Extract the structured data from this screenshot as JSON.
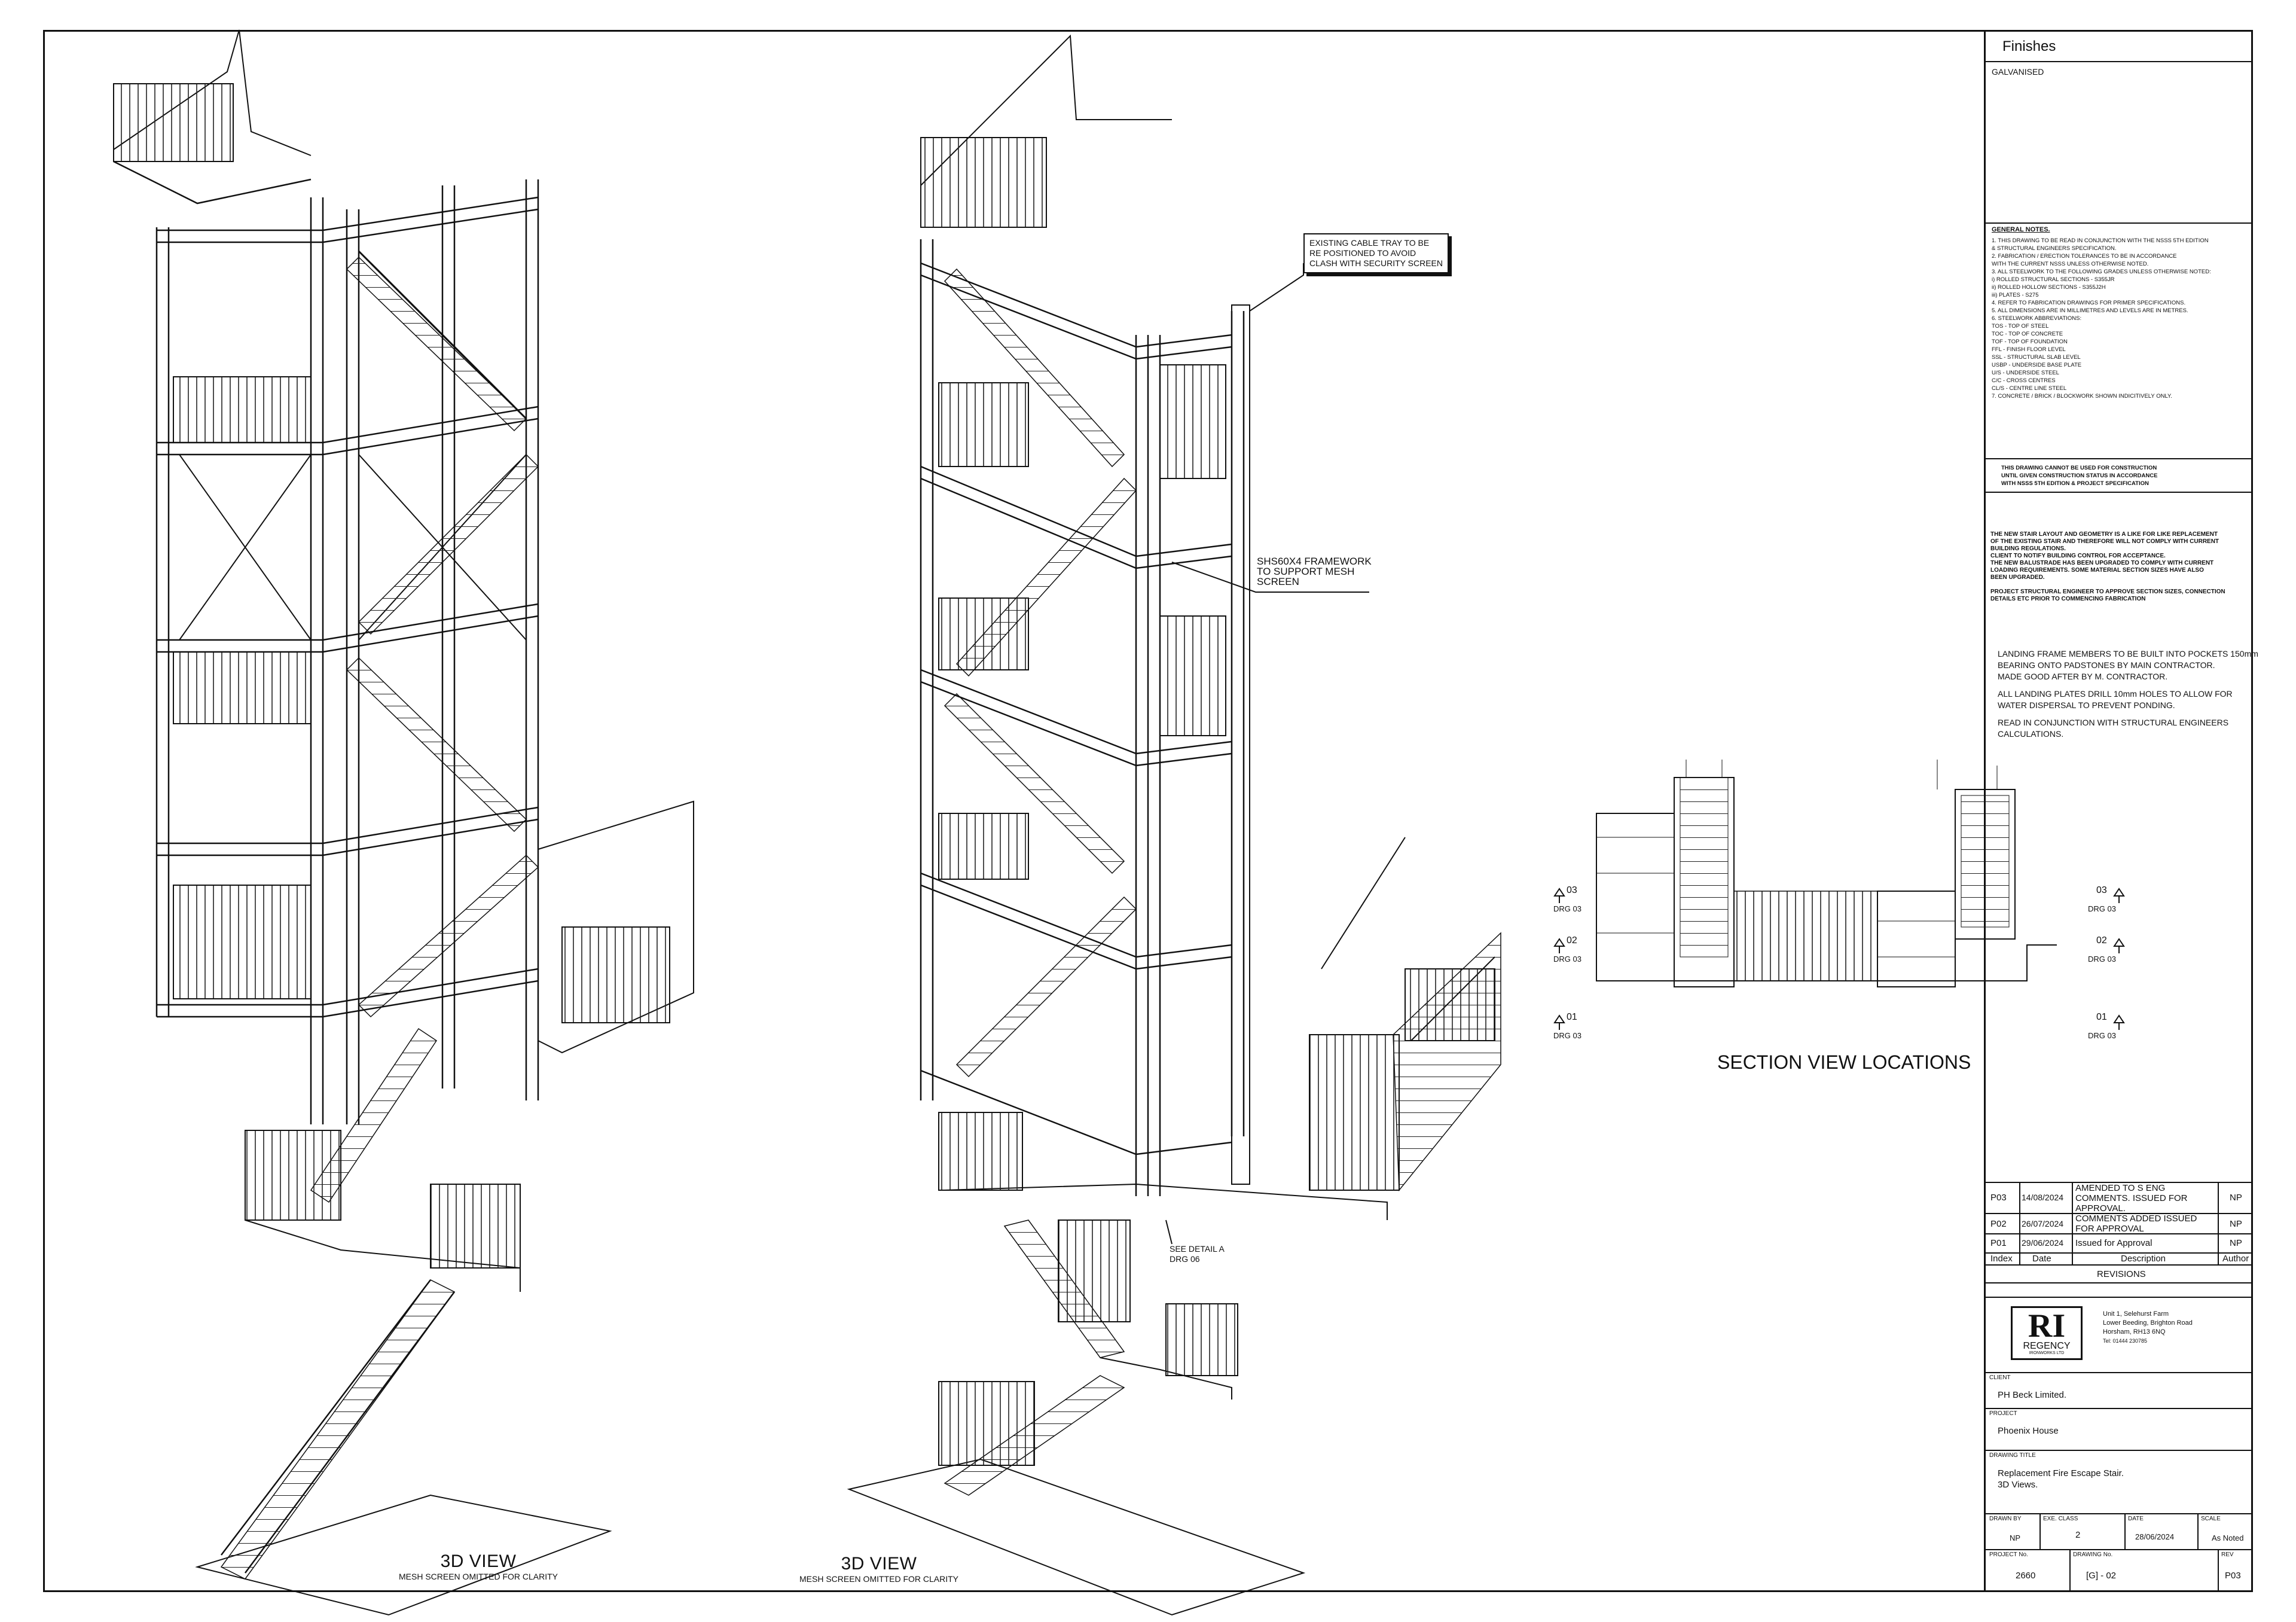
{
  "finishes": {
    "title": "Finishes",
    "value": "GALVANISED"
  },
  "general_notes": {
    "title": "GENERAL NOTES.",
    "lines": [
      "1. THIS DRAWING TO BE READ IN CONJUNCTION WITH THE NSSS 5TH EDITION",
      "   & STRUCTURAL ENGINEERS SPECIFICATION.",
      "2. FABRICATION / ERECTION TOLERANCES TO BE IN ACCORDANCE",
      "   WITH THE CURRENT NSSS UNLESS OTHERWISE NOTED.",
      "3. ALL STEELWORK TO THE FOLLOWING GRADES UNLESS OTHERWISE NOTED:",
      "   i) ROLLED STRUCTURAL SECTIONS  -  S355JR",
      "   ii) ROLLED HOLLOW SECTIONS        -  S355J2H",
      "   iii) PLATES                                  -  S275",
      "4. REFER TO FABRICATION DRAWINGS FOR PRIMER SPECIFICATIONS.",
      "5. ALL DIMENSIONS ARE IN MILLIMETRES AND LEVELS ARE IN METRES.",
      "6. STEELWORK ABBREVIATIONS:",
      "   TOS  -  TOP OF STEEL",
      "   TOC  -  TOP OF CONCRETE",
      "   TOF  -  TOP OF FOUNDATION",
      "   FFL  -  FINISH FLOOR LEVEL",
      "   SSL  -  STRUCTURAL SLAB LEVEL",
      "   USBP  -  UNDERSIDE BASE PLATE",
      "   U/S  -  UNDERSIDE STEEL",
      "   C/C  -  CROSS CENTRES",
      "   CL/S  -  CENTRE LINE STEEL",
      "7. CONCRETE / BRICK / BLOCKWORK SHOWN INDICITIVELY ONLY."
    ]
  },
  "construction_note": [
    "THIS DRAWING CANNOT BE USED FOR CONSTRUCTION",
    "UNTIL GIVEN CONSTRUCTION STATUS IN ACCORDANCE",
    "WITH NSSS 5TH EDITION & PROJECT SPECIFICATION"
  ],
  "layout_note": [
    "THE NEW STAIR LAYOUT AND GEOMETRY IS A LIKE FOR LIKE REPLACEMENT",
    "OF THE EXISTING STAIR AND THEREFORE WILL NOT COMPLY WITH CURRENT",
    "BUILDING REGULATIONS.",
    "CLIENT TO NOTIFY BUILDING CONTROL FOR ACCEPTANCE.",
    "THE NEW BALUSTRADE HAS BEEN UPGRADED TO COMPLY WITH CURRENT",
    "LOADING REQUIREMENTS. SOME MATERIAL SECTION SIZES HAVE ALSO",
    "BEEN UPGRADED."
  ],
  "engineer_note": [
    "PROJECT STRUCTURAL ENGINEER TO APPROVE SECTION SIZES, CONNECTION",
    "DETAILS ETC PRIOR TO COMMENCING FABRICATION"
  ],
  "landing_notes": [
    "LANDING FRAME MEMBERS TO BE BUILT INTO POCKETS 150mm",
    "BEARING ONTO PADSTONES BY MAIN CONTRACTOR.",
    "MADE GOOD AFTER BY M. CONTRACTOR.",
    "",
    "ALL LANDING PLATES DRILL 10mm HOLES TO ALLOW FOR",
    "WATER DISPERSAL TO PREVENT PONDING.",
    "",
    "READ IN CONJUNCTION WITH STRUCTURAL ENGINEERS",
    "CALCULATIONS."
  ],
  "callouts": {
    "cable_tray": [
      "EXISTING CABLE TRAY TO BE",
      "RE POSITIONED TO AVOID",
      "CLASH WITH SECURITY SCREEN"
    ],
    "framework": [
      "SHS60X4 FRAMEWORK",
      "TO SUPPORT MESH",
      "SCREEN"
    ],
    "detail": [
      "SEE DETAIL A",
      "DRG 06"
    ]
  },
  "views": {
    "left": {
      "title": "3D VIEW",
      "subtitle": "MESH SCREEN OMITTED FOR CLARITY"
    },
    "right": {
      "title": "3D VIEW",
      "subtitle": "MESH SCREEN OMITTED FOR CLARITY"
    },
    "section": {
      "title": "SECTION VIEW LOCATIONS"
    }
  },
  "section_markers": [
    {
      "num": "03",
      "ref": "DRG 03"
    },
    {
      "num": "02",
      "ref": "DRG 03"
    },
    {
      "num": "01",
      "ref": "DRG 03"
    },
    {
      "num": "03",
      "ref": "DRG 03"
    },
    {
      "num": "02",
      "ref": "DRG 03"
    },
    {
      "num": "01",
      "ref": "DRG 03"
    }
  ],
  "revisions": {
    "rows": [
      {
        "index": "P03",
        "date": "14/08/2024",
        "description": "AMENDED TO S ENG COMMENTS. ISSUED FOR APPROVAL.",
        "author": "NP"
      },
      {
        "index": "P02",
        "date": "26/07/2024",
        "description": "COMMENTS ADDED ISSUED FOR APPROVAL",
        "author": "NP"
      },
      {
        "index": "P01",
        "date": "29/06/2024",
        "description": "Issued for Approval",
        "author": "NP"
      }
    ],
    "headers": {
      "index": "Index",
      "date": "Date",
      "description": "Description",
      "author": "Author"
    },
    "title": "REVISIONS"
  },
  "company": {
    "logo_letters": "RI",
    "logo_name": "REGENCY",
    "logo_sub": "IRONWORKS LTD",
    "address": [
      "Unit 1, Selehurst Farm",
      "Lower Beeding, Brighton Road",
      "Horsham, RH13 6NQ",
      "Tel: 01444 230785"
    ]
  },
  "title_block": {
    "client_label": "CLIENT",
    "client": "PH Beck Limited.",
    "project_label": "PROJECT",
    "project": "Phoenix House",
    "drawing_title_label": "DRAWING TITLE",
    "drawing_title": [
      "Replacement Fire Escape Stair.",
      "3D Views."
    ],
    "drawn_by_label": "DRAWN BY",
    "drawn_by": "NP",
    "exe_class_label": "EXE. CLASS",
    "exe_class": "2",
    "date_label": "DATE",
    "date": "28/06/2024",
    "scale_label": "SCALE",
    "scale": "As Noted",
    "project_no_label": "PROJECT No.",
    "project_no": "2660",
    "drawing_no_label": "DRAWING No.",
    "drawing_no": "[G] -  02",
    "rev_label": "REV",
    "rev": "P03"
  }
}
